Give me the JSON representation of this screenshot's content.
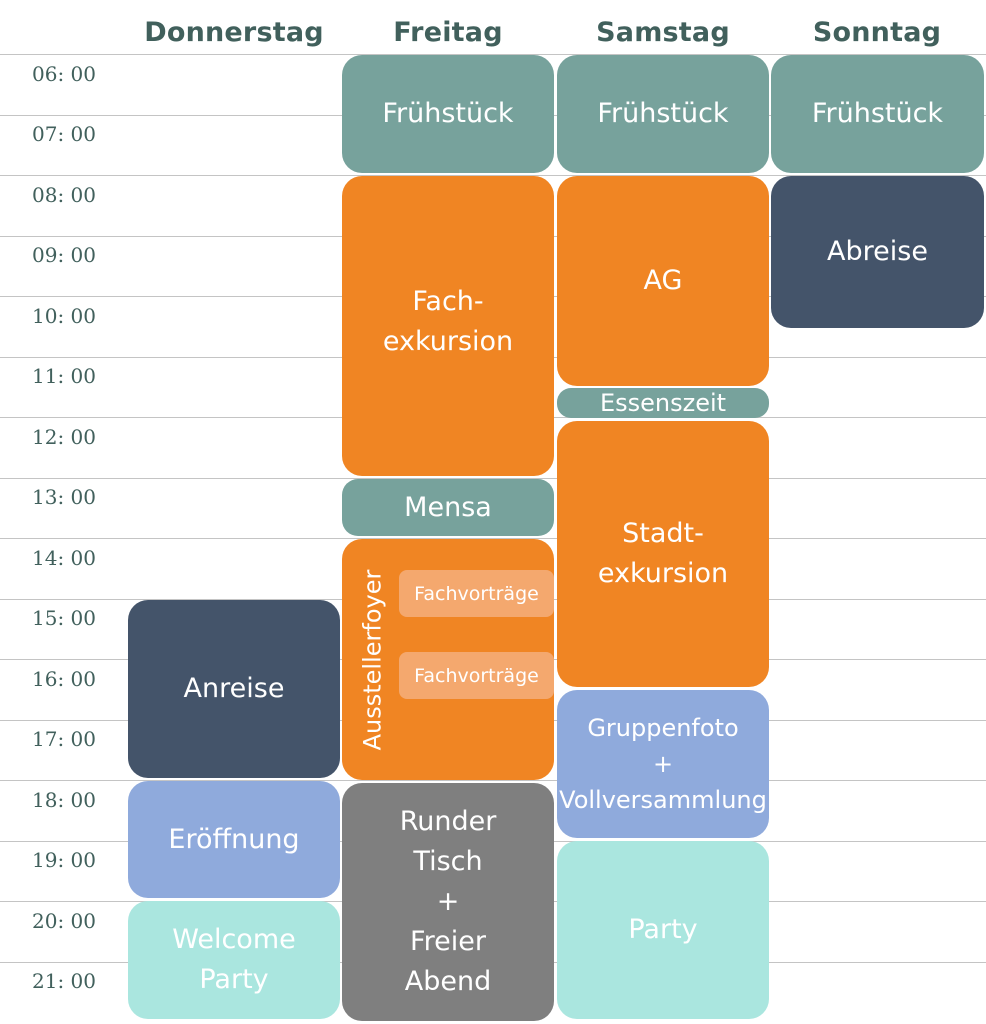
{
  "colors": {
    "teal": "#77a29c",
    "orange": "#f08523",
    "navy": "#44546a",
    "periwinkle": "#8faadc",
    "mint": "#aae6df",
    "gray": "#7f7f7f",
    "light_orange": "#f4a86e",
    "header_text": "#41605c",
    "grid": "#c4c4c4"
  },
  "days": [
    "Donnerstag",
    "Freitag",
    "Samstag",
    "Sonntag"
  ],
  "times": [
    "06: 00",
    "07: 00",
    "08: 00",
    "09: 00",
    "10: 00",
    "11: 00",
    "12: 00",
    "13: 00",
    "14: 00",
    "15: 00",
    "16: 00",
    "17: 00",
    "18: 00",
    "19: 00",
    "20: 00",
    "21: 00"
  ],
  "events": {
    "fri_breakfast": {
      "lines": [
        "Frühstück"
      ]
    },
    "sat_breakfast": {
      "lines": [
        "Frühstück"
      ]
    },
    "sun_breakfast": {
      "lines": [
        "Frühstück"
      ]
    },
    "fri_excursion": {
      "lines": [
        "Fach-",
        "exkursion"
      ]
    },
    "sat_ag": {
      "lines": [
        "AG"
      ]
    },
    "sun_departure": {
      "lines": [
        "Abreise"
      ]
    },
    "sat_lunch": {
      "lines": [
        "Essenszeit"
      ]
    },
    "fri_mensa": {
      "lines": [
        "Mensa"
      ]
    },
    "sat_city_tour": {
      "lines": [
        "Stadt-",
        "exkursion"
      ]
    },
    "fri_exhibitor_foyer": {
      "label": "Ausstellerfoyer",
      "talks": [
        "Fachvorträge",
        "Fachvorträge"
      ]
    },
    "thu_arrival": {
      "lines": [
        "Anreise"
      ]
    },
    "sat_group_photo": {
      "lines": [
        "Gruppenfoto",
        "+",
        "Vollversammlung"
      ]
    },
    "thu_opening": {
      "lines": [
        "Eröffnung"
      ]
    },
    "fri_round_table": {
      "lines": [
        "Runder",
        "Tisch",
        "+",
        "Freier",
        "Abend"
      ]
    },
    "sat_party": {
      "lines": [
        "Party"
      ]
    },
    "thu_welcome_party": {
      "lines": [
        "Welcome",
        "Party"
      ]
    }
  }
}
